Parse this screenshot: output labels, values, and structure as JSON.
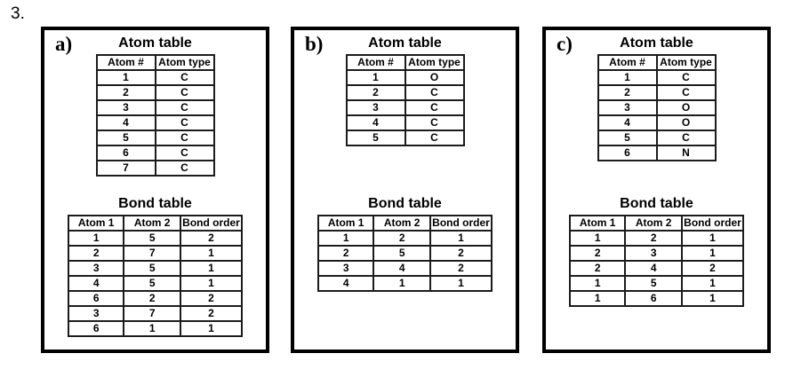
{
  "page": {
    "number_label": "3."
  },
  "panels": [
    {
      "label": "a)",
      "atom_table": {
        "title": "Atom table",
        "headers": [
          "Atom #",
          "Atom type"
        ],
        "rows": [
          [
            "1",
            "C"
          ],
          [
            "2",
            "C"
          ],
          [
            "3",
            "C"
          ],
          [
            "4",
            "C"
          ],
          [
            "5",
            "C"
          ],
          [
            "6",
            "C"
          ],
          [
            "7",
            "C"
          ]
        ]
      },
      "bond_table": {
        "title": "Bond table",
        "headers": [
          "Atom 1",
          "Atom 2",
          "Bond order"
        ],
        "rows": [
          [
            "1",
            "5",
            "2"
          ],
          [
            "2",
            "7",
            "1"
          ],
          [
            "3",
            "5",
            "1"
          ],
          [
            "4",
            "5",
            "1"
          ],
          [
            "6",
            "2",
            "2"
          ],
          [
            "3",
            "7",
            "2"
          ],
          [
            "6",
            "1",
            "1"
          ]
        ]
      }
    },
    {
      "label": "b)",
      "atom_table": {
        "title": "Atom table",
        "headers": [
          "Atom #",
          "Atom type"
        ],
        "rows": [
          [
            "1",
            "O"
          ],
          [
            "2",
            "C"
          ],
          [
            "3",
            "C"
          ],
          [
            "4",
            "C"
          ],
          [
            "5",
            "C"
          ]
        ]
      },
      "bond_table": {
        "title": "Bond table",
        "headers": [
          "Atom 1",
          "Atom 2",
          "Bond order"
        ],
        "rows": [
          [
            "1",
            "2",
            "1"
          ],
          [
            "2",
            "5",
            "2"
          ],
          [
            "3",
            "4",
            "2"
          ],
          [
            "4",
            "1",
            "1"
          ]
        ]
      }
    },
    {
      "label": "c)",
      "atom_table": {
        "title": "Atom table",
        "headers": [
          "Atom #",
          "Atom type"
        ],
        "rows": [
          [
            "1",
            "C"
          ],
          [
            "2",
            "C"
          ],
          [
            "3",
            "O"
          ],
          [
            "4",
            "O"
          ],
          [
            "5",
            "C"
          ],
          [
            "6",
            "N"
          ]
        ]
      },
      "bond_table": {
        "title": "Bond table",
        "headers": [
          "Atom 1",
          "Atom 2",
          "Bond order"
        ],
        "rows": [
          [
            "1",
            "2",
            "1"
          ],
          [
            "2",
            "3",
            "1"
          ],
          [
            "2",
            "4",
            "2"
          ],
          [
            "1",
            "5",
            "1"
          ],
          [
            "1",
            "6",
            "1"
          ]
        ]
      }
    }
  ],
  "colors": {
    "background": "#ffffff",
    "text": "#000000",
    "panel_border": "#000000",
    "table_border": "#1c1c1c"
  }
}
